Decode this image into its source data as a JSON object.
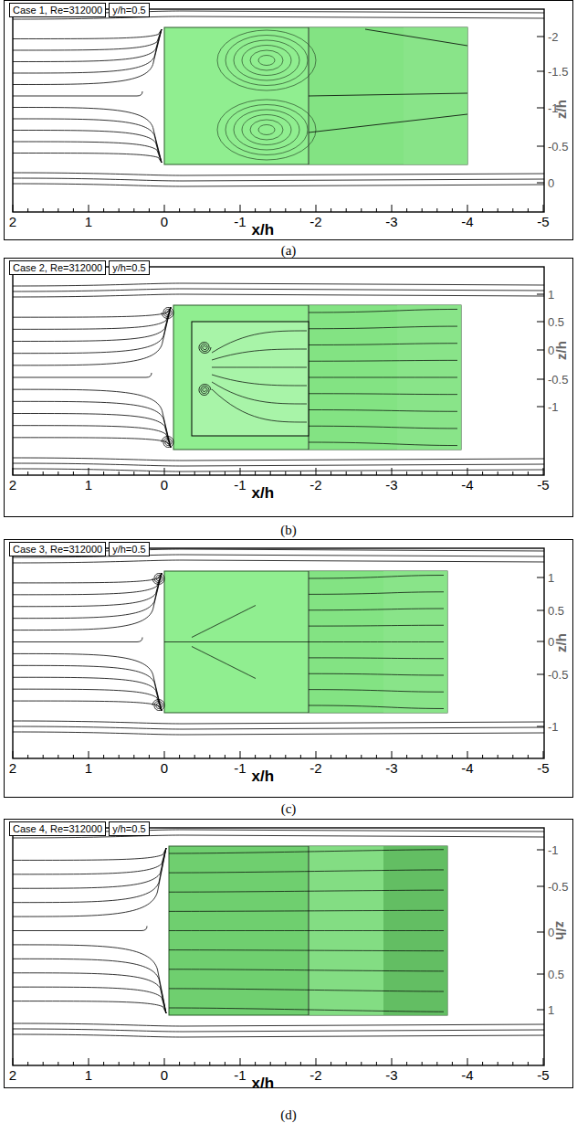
{
  "diagram": {
    "nodes": [
      {
        "text": [
          "Case 1, Re=312000"
        ]
      },
      {
        "text": [
          "y/h=0.5"
        ]
      },
      {
        "text": [
          "Case 2, Re=312000"
        ]
      },
      {
        "text": [
          "y/h=0.5"
        ]
      },
      {
        "text": [
          "Case 3, Re=312000"
        ]
      },
      {
        "text": [
          "y/h=0.5"
        ]
      },
      {
        "text": [
          "Case 4, Re=312000"
        ]
      },
      {
        "text": [
          "y/h=0.5"
        ]
      }
    ],
    "labels": [
      "2",
      "1",
      "0",
      "-1",
      "-2",
      "-3",
      "-4",
      "-5",
      "x/h",
      "-2",
      "-1.5",
      "-1",
      "-0.5",
      "0",
      "z/h",
      "(a)",
      "2",
      "1",
      "0",
      "-1",
      "-2",
      "-3",
      "-4",
      "-5",
      "x/h",
      "1",
      "0.5",
      "0",
      "-0.5",
      "-1",
      "z/h",
      "(b)",
      "2",
      "1",
      "0",
      "-1",
      "-2",
      "-3",
      "-4",
      "-5",
      "x/h",
      "1",
      "0.5",
      "0",
      "-0.5",
      "-1",
      "z/h",
      "(c)",
      "2",
      "1",
      "0",
      "-1",
      "-2",
      "-3",
      "-4",
      "-5",
      "x/h",
      "-1",
      "-0.5",
      "0",
      "0.5",
      "1",
      "z/h",
      "(d)"
    ]
  }
}
